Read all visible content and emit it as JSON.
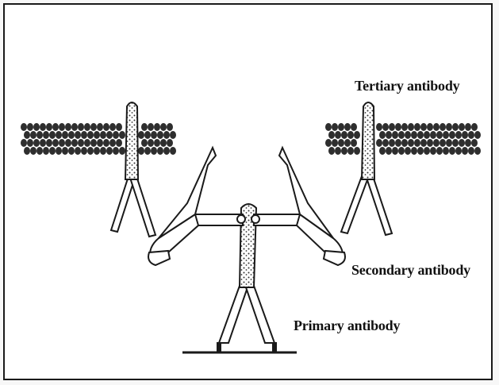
{
  "labels": {
    "tertiary": "Tertiary antibody",
    "secondary": "Secondary antibody",
    "primary": "Primary antibody"
  },
  "colors": {
    "line": "#1a1a1a",
    "membrane_bead": "#2e2e2e",
    "fill": "#ffffff",
    "stipple": "#333333"
  }
}
